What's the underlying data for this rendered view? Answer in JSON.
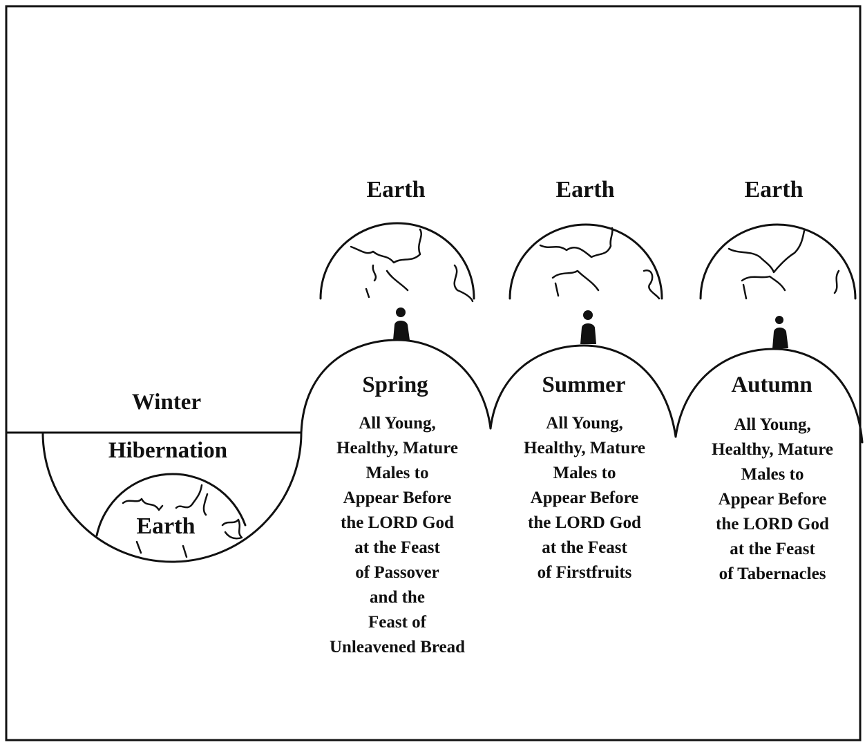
{
  "winter": {
    "season": "Winter",
    "state": "Hibernation",
    "earth_label": "Earth"
  },
  "columns": [
    {
      "earth_label": "Earth",
      "season": "Spring",
      "lines": [
        "All Young,",
        "Healthy, Mature",
        "Males to",
        "Appear Before",
        "the LORD God",
        "at the Feast",
        "of Passover",
        "and the",
        "Feast of",
        "Unleavened Bread"
      ]
    },
    {
      "earth_label": "Earth",
      "season": "Summer",
      "lines": [
        "All Young,",
        "Healthy, Mature",
        "Males to",
        "Appear Before",
        "the LORD God",
        "at the Feast",
        "of Firstfruits"
      ]
    },
    {
      "earth_label": "Earth",
      "season": "Autumn",
      "lines": [
        "All Young,",
        "Healthy, Mature",
        "Males to",
        "Appear Before",
        "the LORD God",
        "at the Feast",
        "of Tabernacles"
      ]
    }
  ]
}
